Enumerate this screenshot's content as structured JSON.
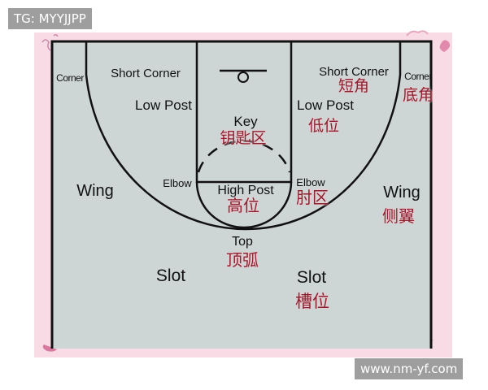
{
  "watermarks": {
    "top_left": "TG: MYYJJPP",
    "bottom_right": "www.nm-yf.com"
  },
  "court": {
    "background": "#cdd6d5",
    "line_color": "#111111",
    "frame_color": "#f9dbe5",
    "zones": [
      {
        "id": "corner-left",
        "en": "Corner",
        "zh": ""
      },
      {
        "id": "short-corner-left",
        "en": "Short Corner",
        "zh": ""
      },
      {
        "id": "low-post-left",
        "en": "Low Post",
        "zh": ""
      },
      {
        "id": "key",
        "en": "Key",
        "zh": "钥匙区"
      },
      {
        "id": "short-corner-right",
        "en": "Short Corner",
        "zh": "短角"
      },
      {
        "id": "corner-right",
        "en": "Corner",
        "zh": "底角"
      },
      {
        "id": "low-post-right",
        "en": "Low Post",
        "zh": "低位"
      },
      {
        "id": "wing-left",
        "en": "Wing",
        "zh": ""
      },
      {
        "id": "elbow-left",
        "en": "Elbow",
        "zh": ""
      },
      {
        "id": "high-post",
        "en": "High Post",
        "zh": "高位"
      },
      {
        "id": "elbow-right",
        "en": "Elbow",
        "zh": "肘区"
      },
      {
        "id": "wing-right",
        "en": "Wing",
        "zh": "侧翼"
      },
      {
        "id": "top",
        "en": "Top",
        "zh": "顶弧"
      },
      {
        "id": "slot-left",
        "en": "Slot",
        "zh": ""
      },
      {
        "id": "slot-right",
        "en": "Slot",
        "zh": "槽位"
      }
    ]
  }
}
